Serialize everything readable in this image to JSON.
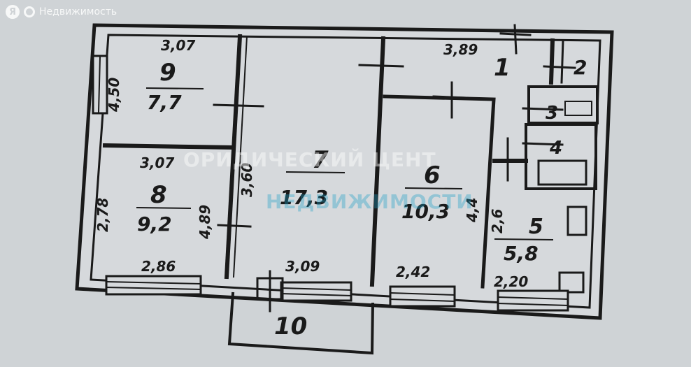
{
  "brand": {
    "logo": "Я",
    "name": "Недвижимость"
  },
  "watermark": {
    "line1": "ОРИДИЧЕСКИЙ ЦЕНТ",
    "line2": "НЕДВИЖИМОСТИ"
  },
  "rooms": {
    "r9": {
      "num": "9",
      "area": "7,7",
      "dim_top": "3,07",
      "dim_side": "4,50"
    },
    "r8": {
      "num": "8",
      "area": "9,2",
      "dim_top": "3,07",
      "dim_left": "2,78",
      "dim_right": "4,89",
      "dim_bottom": "2,86"
    },
    "r7": {
      "num": "7",
      "area": "17,3",
      "dim_side": "3,60",
      "dim_bottom": "3,09"
    },
    "r6": {
      "num": "6",
      "area": "10,3",
      "dim_side": "4,4",
      "dim_bottom": "2,42"
    },
    "r1": {
      "num": "1",
      "dim_top": "3,89"
    },
    "r2": {
      "num": "2"
    },
    "r3": {
      "num": "3"
    },
    "r4": {
      "num": "4"
    },
    "r5": {
      "num": "5",
      "area": "5,8",
      "dim_side": "2,6",
      "dim_bottom": "2,20"
    },
    "r10": {
      "num": "10"
    }
  }
}
